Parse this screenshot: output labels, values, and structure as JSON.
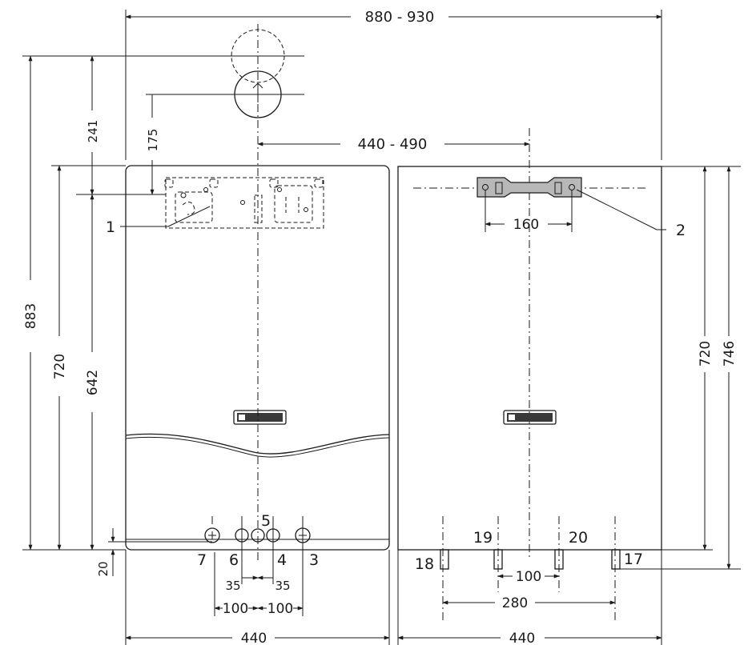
{
  "dimensions": {
    "overall_width": "880 - 930",
    "axis_spacing": "440 - 490",
    "bracket_holes": "160",
    "h883": "883",
    "h720_left": "720",
    "h642": "642",
    "h241": "241",
    "h175": "175",
    "h20": "20",
    "h720_right": "720",
    "h746": "746",
    "pipe_35_left": "35",
    "pipe_35_right": "35",
    "pipe_100_left": "100",
    "pipe_100_right": "100",
    "rear_100": "100",
    "rear_280": "280",
    "width_left": "440",
    "width_right": "440"
  },
  "callouts": {
    "c1": "1",
    "c2": "2",
    "c3": "3",
    "c4": "4",
    "c5": "5",
    "c6": "6",
    "c7": "7",
    "c17": "17",
    "c18": "18",
    "c19": "19",
    "c20": "20"
  },
  "colors": {
    "line": "#1a1a1a",
    "bracket_fill": "#b8b8b8",
    "background": "#ffffff"
  }
}
